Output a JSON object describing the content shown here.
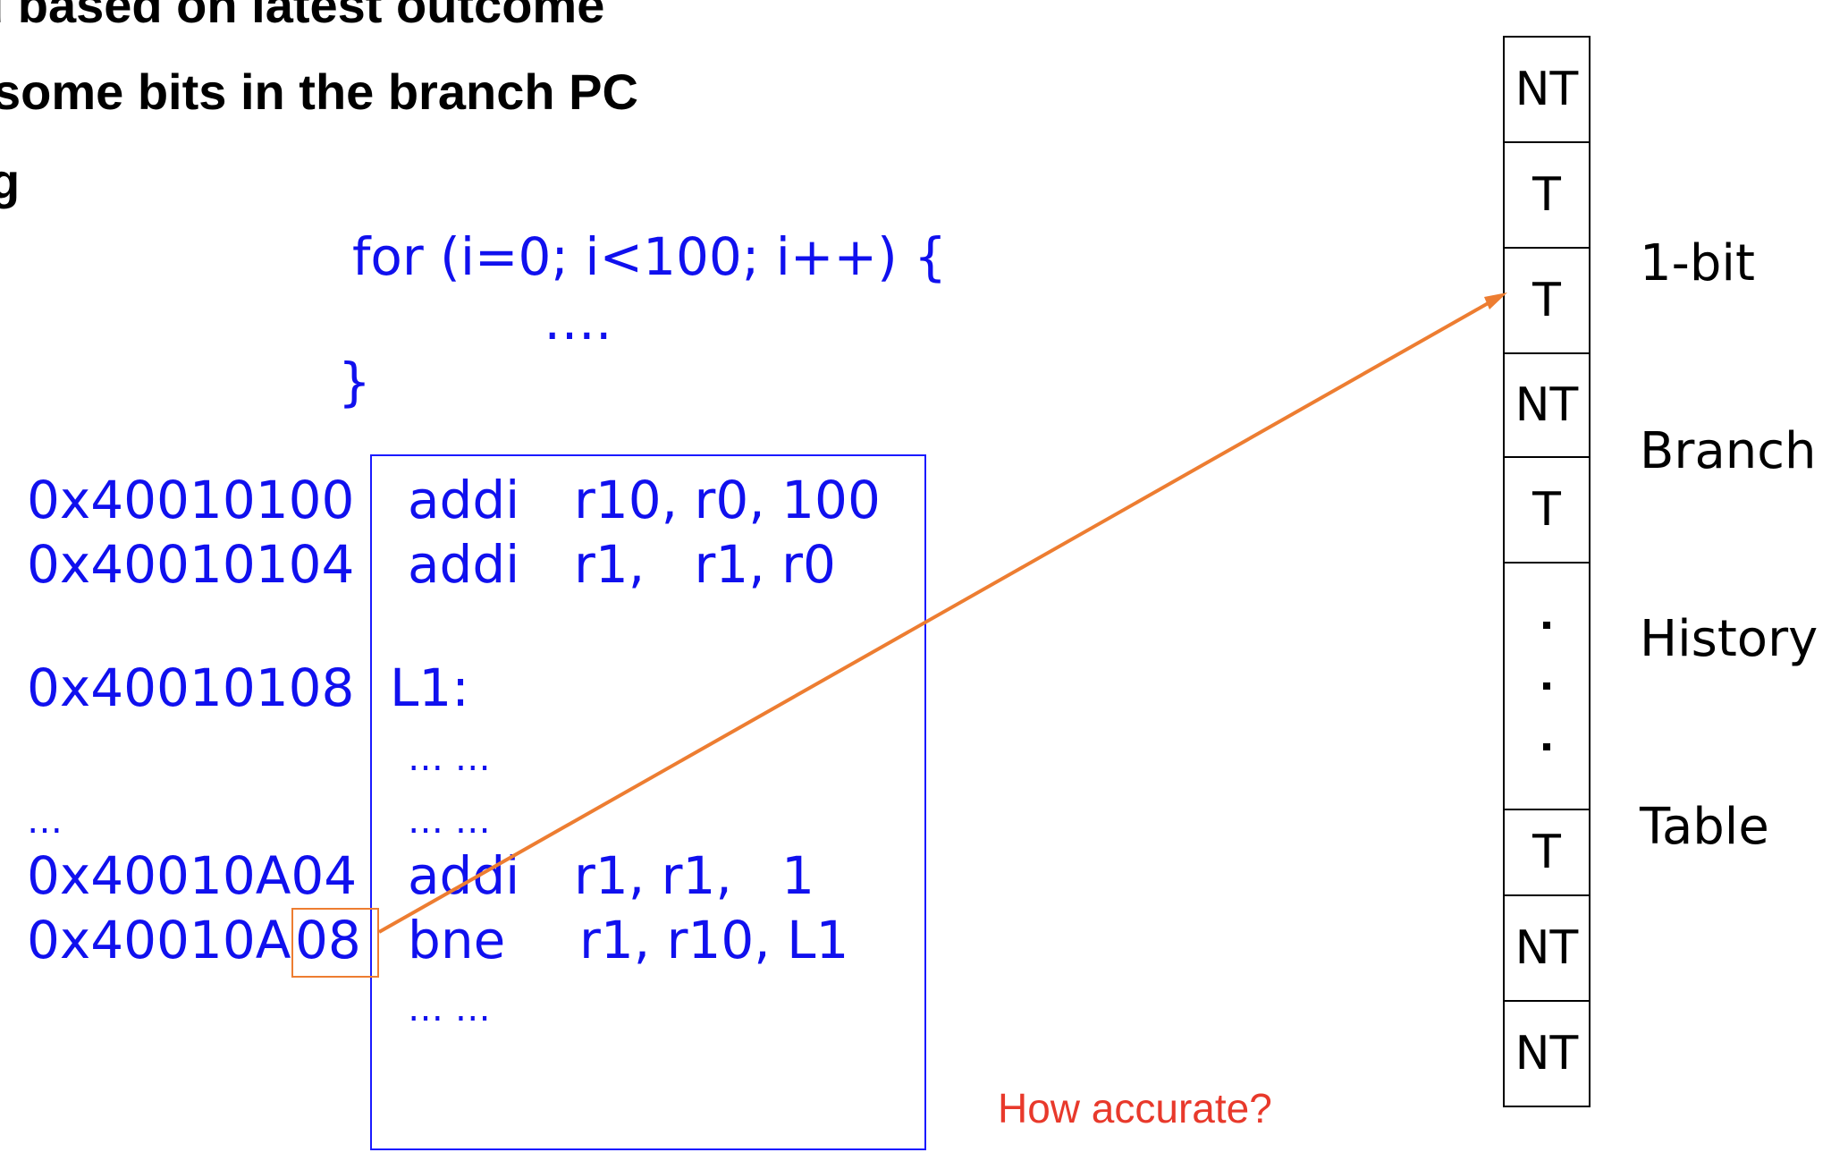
{
  "heading": {
    "line1": "d based on latest outcome",
    "line2": "some bits in the branch PC",
    "line3": "g"
  },
  "loop_code": {
    "line1": "for (i=0; i<100; i++) {",
    "line2": "….",
    "line3": "}"
  },
  "addresses": [
    "0x40010100",
    "0x40010104",
    "0x40010108",
    "…",
    "0x40010A04",
    "0x40010A",
    "08"
  ],
  "instructions": {
    "row1": {
      "op": "addi",
      "args": "r10, r0, 100"
    },
    "row2": {
      "op": "addi",
      "args": "r1,   r1, r0"
    },
    "label": "L1:",
    "ellipsis1": "… …",
    "ellipsis2": "… …",
    "row3": {
      "op": "addi",
      "args": "r1, r1,   1"
    },
    "row4": {
      "op": "bne",
      "args": "r1, r10, L1"
    },
    "ellipsis3": "… …"
  },
  "question": "How accurate?",
  "bht": {
    "entries_top": [
      "NT",
      "T",
      "T",
      "NT",
      "T"
    ],
    "entries_bottom": [
      "T",
      "NT",
      "NT"
    ],
    "label_lines": [
      "1-bit",
      "Branch",
      "History",
      "Table"
    ]
  },
  "colors": {
    "code_blue": "#1010ee",
    "arrow_orange": "#ed7d31",
    "question_red": "#e8392b"
  }
}
